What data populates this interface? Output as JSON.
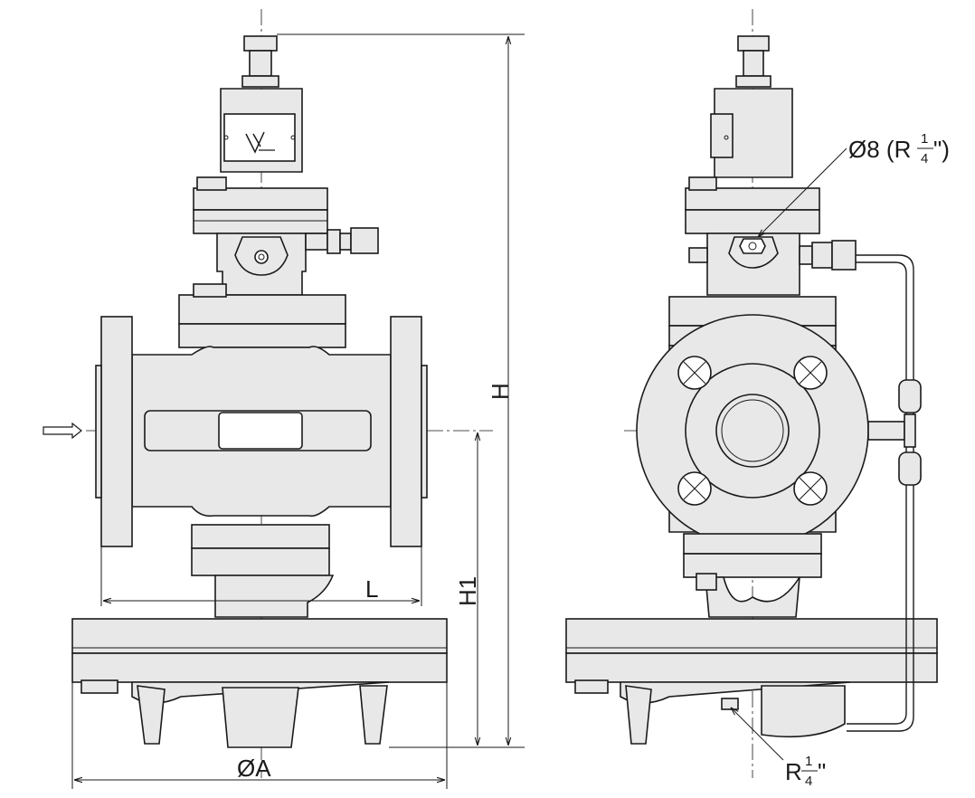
{
  "labels": {
    "height": "H",
    "height_1": "H1",
    "length": "L",
    "diameter": "ØA",
    "port_top": "Ø8 (R",
    "port_top_num": "1",
    "port_top_den": "4",
    "port_top_end": "\")",
    "port_bottom": "R",
    "port_bottom_num": "1",
    "port_bottom_den": "4",
    "port_bottom_end": "\""
  },
  "colors": {
    "line": "#1a1a1a",
    "fill": "#e8e8e8",
    "background": "#ffffff"
  },
  "icons": {
    "flow_arrow": "flow-direction-arrow-icon",
    "logo": "manufacturer-logo-icon"
  }
}
